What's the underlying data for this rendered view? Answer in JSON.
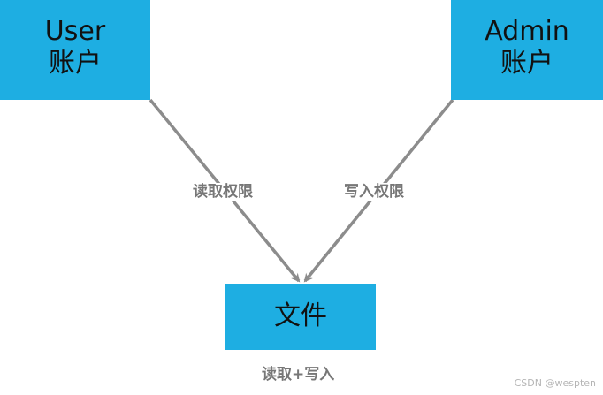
{
  "nodes": {
    "user": {
      "title": "User",
      "subtitle": "账户"
    },
    "admin": {
      "title": "Admin",
      "subtitle": "账户"
    },
    "file": {
      "title": "文件"
    }
  },
  "edges": {
    "user_to_file": {
      "label": "读取权限"
    },
    "admin_to_file": {
      "label": "写入权限"
    }
  },
  "file_caption": "读取+写入",
  "watermark": "CSDN @wespten",
  "colors": {
    "node_fill": "#1EAEE2",
    "arrow": "#8C8C8C",
    "label_text": "#777777"
  }
}
